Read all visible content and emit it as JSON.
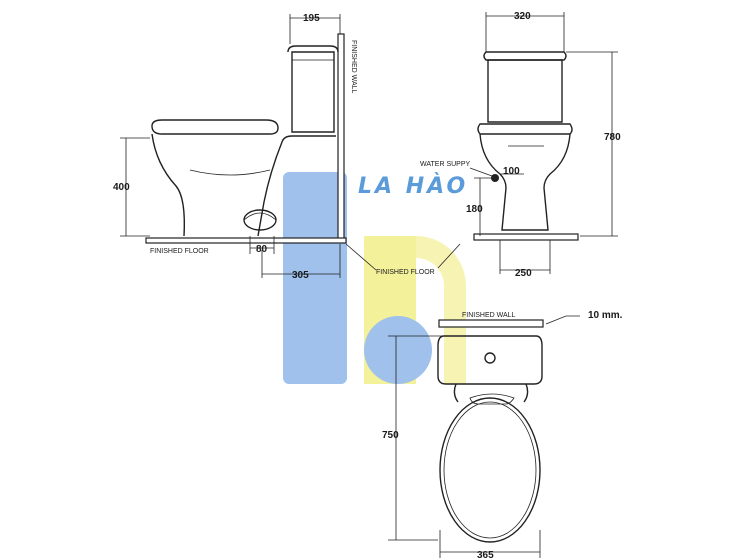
{
  "side_view": {
    "dim_top": "195",
    "dim_height": "400",
    "dim_outlet": "80",
    "dim_rough_in": "305",
    "label_wall": "FINISHED WALL",
    "label_floor": "FINISHED FLOOR"
  },
  "front_view": {
    "dim_top": "320",
    "dim_height": "780",
    "dim_supply_height": "180",
    "dim_supply_offset": "100",
    "dim_base": "250",
    "label_supply": "WATER SUPPY",
    "label_floor": "FINISHED FLOOR"
  },
  "top_view": {
    "dim_length": "750",
    "dim_width": "365",
    "dim_gap": "10 mm.",
    "label_wall": "FINISHED WALL"
  },
  "watermark": {
    "text": "LA HÀO",
    "color_blue": "#5b9bd9",
    "color_yellow": "#f3ef8a"
  }
}
